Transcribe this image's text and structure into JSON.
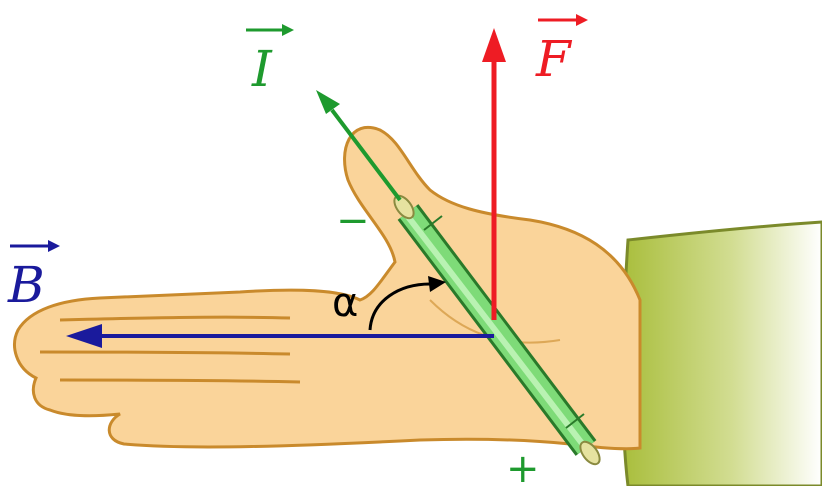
{
  "labels": {
    "force": "F",
    "current": "I",
    "field": "B",
    "angle": "α",
    "minus": "−",
    "plus": "+"
  },
  "colors": {
    "force": "#ee1c24",
    "current": "#1e9a2e",
    "field": "#1a1a9c",
    "skin": "#fad49a",
    "skin_outline": "#c98a2c",
    "sleeve": "#a6bc3e",
    "conductor": "#6fdc6a"
  }
}
